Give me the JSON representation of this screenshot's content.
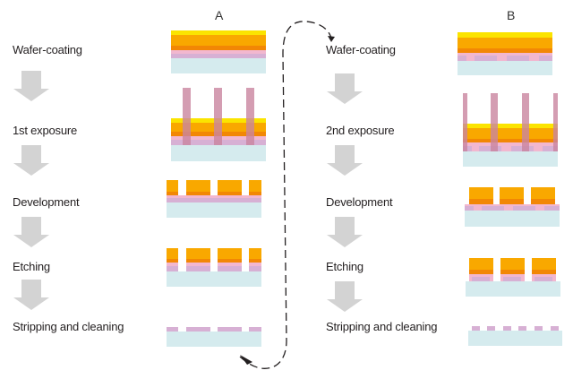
{
  "columns": [
    {
      "id": "A",
      "title": "A",
      "steps": [
        "Wafer-coating",
        "1st exposure",
        "Development",
        "Etching",
        "Stripping and cleaning"
      ]
    },
    {
      "id": "B",
      "title": "B",
      "steps": [
        "Wafer-coating",
        "2nd exposure",
        "Development",
        "Etching",
        "Stripping and cleaning"
      ]
    }
  ],
  "flow_arrow": {
    "from": "A: Stripping and cleaning",
    "to": "B: Wafer-coating",
    "style": "dashed"
  },
  "colors": {
    "substrate": "#d5ebee",
    "hardmask": "#d7b0d4",
    "pink_layer": "#f2b7cf",
    "orange_dark": "#f28705",
    "orange": "#f9a800",
    "yellow": "#fbe400",
    "exposure_beam": "#c9859f",
    "step_arrow": "#d3d3d3"
  }
}
